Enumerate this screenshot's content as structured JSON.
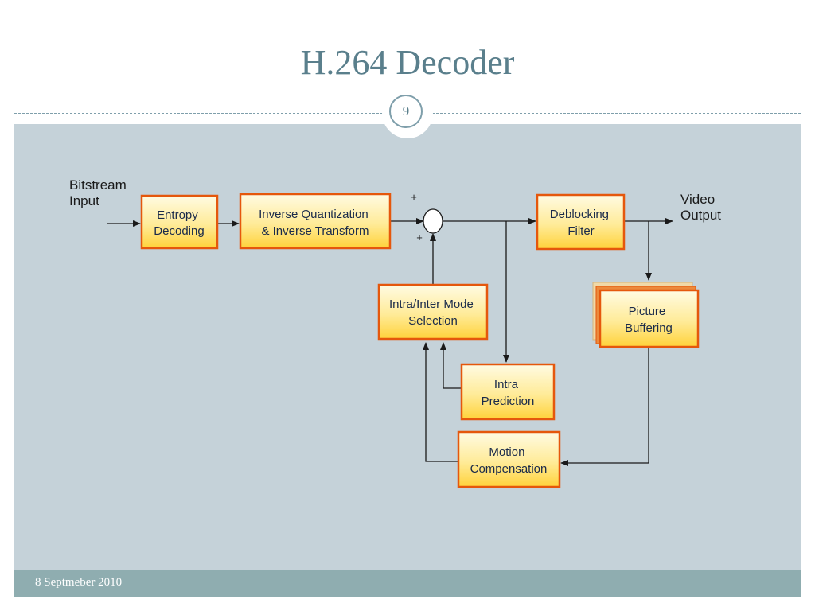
{
  "slide": {
    "title": "H.264 Decoder",
    "page_number": "9",
    "footer_date": "8 Septmeber 2010"
  },
  "diagram": {
    "input_label": [
      "Bitstream",
      "Input"
    ],
    "output_label": [
      "Video",
      "Output"
    ],
    "plus_top": "+",
    "plus_bottom": "+",
    "blocks": {
      "entropy": [
        "Entropy",
        "Decoding"
      ],
      "inverse": [
        "Inverse Quantization",
        "& Inverse Transform"
      ],
      "deblocking": [
        "Deblocking",
        "Filter"
      ],
      "mode_selection": [
        "Intra/Inter Mode",
        "Selection"
      ],
      "picture_buffering": [
        "Picture",
        "Buffering"
      ],
      "intra_prediction": [
        "Intra",
        "Prediction"
      ],
      "motion_compensation": [
        "Motion",
        "Compensation"
      ]
    },
    "colors": {
      "block_border": "#e5570c",
      "block_fill_top": "#fff9d6",
      "block_fill_bottom": "#ffd84a",
      "arrow": "#1a1a1a",
      "stack_back": "#f0d9a8"
    }
  }
}
